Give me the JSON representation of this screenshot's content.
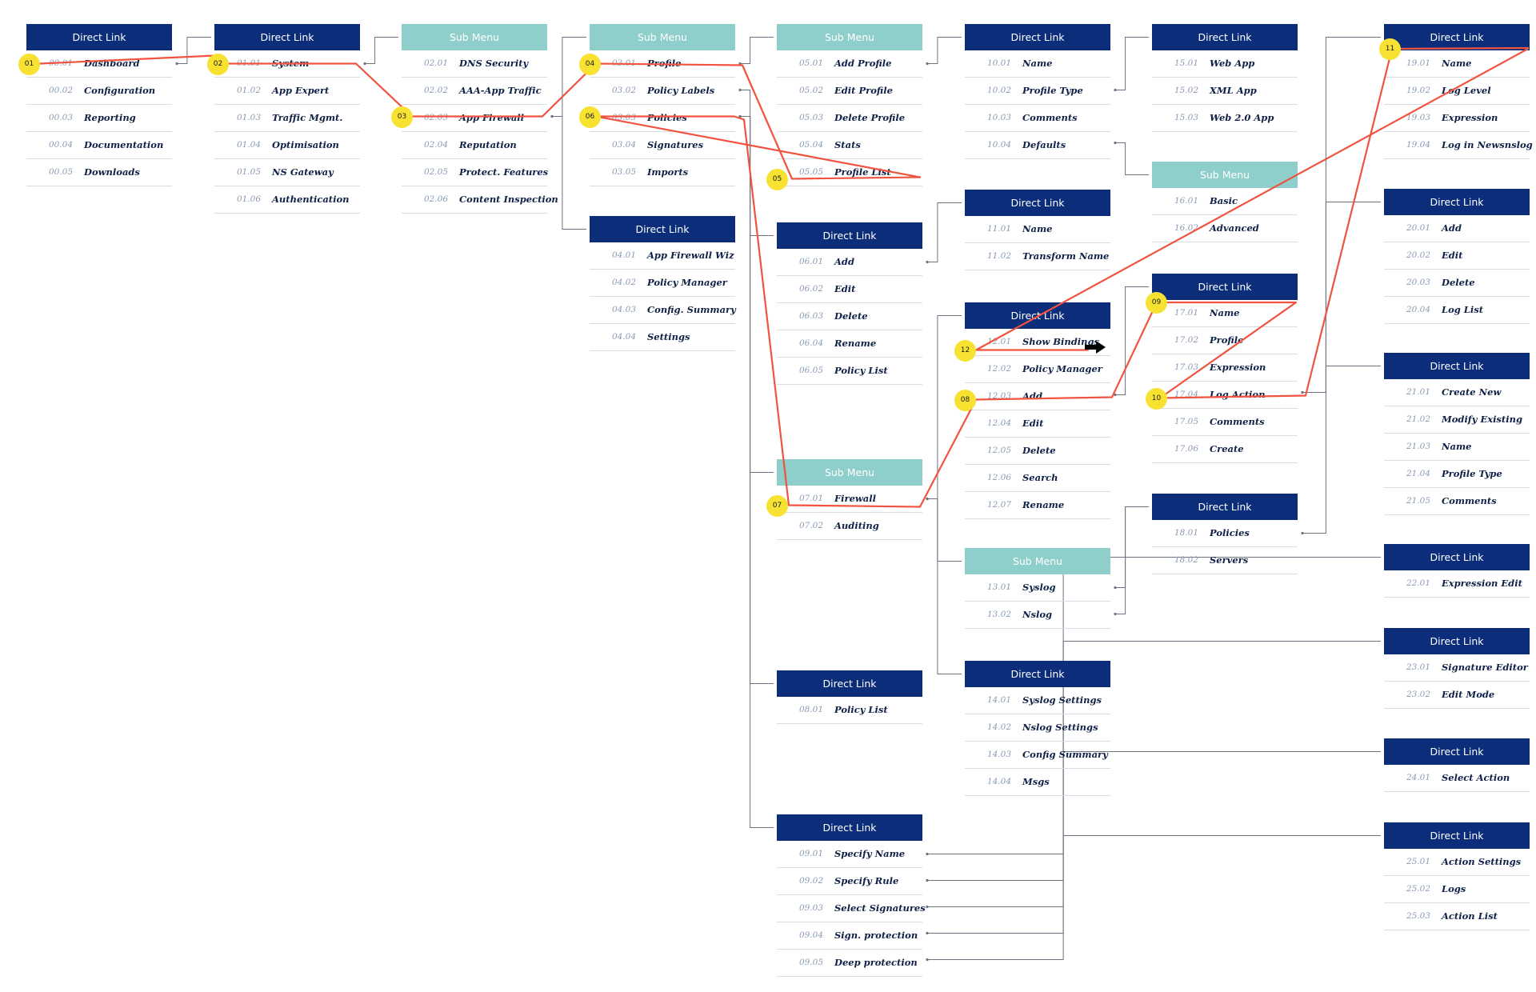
{
  "colors": {
    "direct_header": "#0b2d7a",
    "sub_header": "#8fcfcb",
    "route_line": "#f0533f",
    "marker_fill": "#f7e231",
    "connector": "#6d7280"
  },
  "boxes": [
    {
      "id": "b00",
      "type": "direct",
      "header": "Direct Link",
      "items": [
        {
          "num": "00.01",
          "label": "Dashboard"
        },
        {
          "num": "00.02",
          "label": "Configuration"
        },
        {
          "num": "00.03",
          "label": "Reporting"
        },
        {
          "num": "00.04",
          "label": "Documentation"
        },
        {
          "num": "00.05",
          "label": "Downloads"
        }
      ]
    },
    {
      "id": "b01",
      "type": "direct",
      "header": "Direct Link",
      "items": [
        {
          "num": "01.01",
          "label": "System"
        },
        {
          "num": "01.02",
          "label": "App Expert"
        },
        {
          "num": "01.03",
          "label": "Traffic Mgmt."
        },
        {
          "num": "01.04",
          "label": "Optimisation"
        },
        {
          "num": "01.05",
          "label": "NS Gateway"
        },
        {
          "num": "01.06",
          "label": "Authentication"
        }
      ]
    },
    {
      "id": "b02",
      "type": "sub",
      "header": "Sub Menu",
      "items": [
        {
          "num": "02.01",
          "label": "DNS Security"
        },
        {
          "num": "02.02",
          "label": "AAA-App Traffic"
        },
        {
          "num": "02.03",
          "label": "App Firewall"
        },
        {
          "num": "02.04",
          "label": "Reputation"
        },
        {
          "num": "02.05",
          "label": "Protect. Features"
        },
        {
          "num": "02.06",
          "label": "Content Inspection"
        }
      ]
    },
    {
      "id": "b03",
      "type": "sub",
      "header": "Sub Menu",
      "items": [
        {
          "num": "03.01",
          "label": "Profile"
        },
        {
          "num": "03.02",
          "label": "Policy Labels"
        },
        {
          "num": "03.03",
          "label": "Policies"
        },
        {
          "num": "03.04",
          "label": "Signatures"
        },
        {
          "num": "03.05",
          "label": "Imports"
        }
      ]
    },
    {
      "id": "b04",
      "type": "direct",
      "header": "Direct Link",
      "items": [
        {
          "num": "04.01",
          "label": "App Firewall Wiz"
        },
        {
          "num": "04.02",
          "label": "Policy Manager"
        },
        {
          "num": "04.03",
          "label": "Config. Summary"
        },
        {
          "num": "04.04",
          "label": "Settings"
        }
      ]
    },
    {
      "id": "b05",
      "type": "sub",
      "header": "Sub Menu",
      "items": [
        {
          "num": "05.01",
          "label": "Add Profile"
        },
        {
          "num": "05.02",
          "label": "Edit Profile"
        },
        {
          "num": "05.03",
          "label": "Delete Profile"
        },
        {
          "num": "05.04",
          "label": "Stats"
        },
        {
          "num": "05.05",
          "label": "Profile List"
        }
      ]
    },
    {
      "id": "b06",
      "type": "direct",
      "header": "Direct Link",
      "items": [
        {
          "num": "06.01",
          "label": "Add"
        },
        {
          "num": "06.02",
          "label": "Edit"
        },
        {
          "num": "06.03",
          "label": "Delete"
        },
        {
          "num": "06.04",
          "label": "Rename"
        },
        {
          "num": "06.05",
          "label": "Policy List"
        }
      ]
    },
    {
      "id": "b07",
      "type": "sub",
      "header": "Sub Menu",
      "items": [
        {
          "num": "07.01",
          "label": "Firewall"
        },
        {
          "num": "07.02",
          "label": "Auditing"
        }
      ]
    },
    {
      "id": "b08",
      "type": "direct",
      "header": "Direct Link",
      "items": [
        {
          "num": "08.01",
          "label": "Policy List"
        }
      ]
    },
    {
      "id": "b09",
      "type": "direct",
      "header": "Direct Link",
      "items": [
        {
          "num": "09.01",
          "label": "Specify Name"
        },
        {
          "num": "09.02",
          "label": "Specify Rule"
        },
        {
          "num": "09.03",
          "label": "Select Signatures"
        },
        {
          "num": "09.04",
          "label": "Sign. protection"
        },
        {
          "num": "09.05",
          "label": "Deep protection"
        }
      ]
    },
    {
      "id": "b10",
      "type": "direct",
      "header": "Direct Link",
      "items": [
        {
          "num": "10.01",
          "label": "Name"
        },
        {
          "num": "10.02",
          "label": "Profile Type"
        },
        {
          "num": "10.03",
          "label": "Comments"
        },
        {
          "num": "10.04",
          "label": "Defaults"
        }
      ]
    },
    {
      "id": "b11",
      "type": "direct",
      "header": "Direct Link",
      "items": [
        {
          "num": "11.01",
          "label": "Name"
        },
        {
          "num": "11.02",
          "label": "Transform Name"
        }
      ]
    },
    {
      "id": "b12",
      "type": "direct",
      "header": "Direct Link",
      "items": [
        {
          "num": "12.01",
          "label": "Show Bindings"
        },
        {
          "num": "12.02",
          "label": "Policy Manager"
        },
        {
          "num": "12.03",
          "label": "Add"
        },
        {
          "num": "12.04",
          "label": "Edit"
        },
        {
          "num": "12.05",
          "label": "Delete"
        },
        {
          "num": "12.06",
          "label": "Search"
        },
        {
          "num": "12.07",
          "label": "Rename"
        }
      ]
    },
    {
      "id": "b13",
      "type": "sub",
      "header": "Sub Menu",
      "items": [
        {
          "num": "13.01",
          "label": "Syslog"
        },
        {
          "num": "13.02",
          "label": "Nslog"
        }
      ]
    },
    {
      "id": "b14",
      "type": "direct",
      "header": "Direct Link",
      "items": [
        {
          "num": "14.01",
          "label": "Syslog Settings"
        },
        {
          "num": "14.02",
          "label": "Nslog Settings"
        },
        {
          "num": "14.03",
          "label": "Config Summary"
        },
        {
          "num": "14.04",
          "label": "Msgs"
        }
      ]
    },
    {
      "id": "b15",
      "type": "direct",
      "header": "Direct Link",
      "items": [
        {
          "num": "15.01",
          "label": "Web App"
        },
        {
          "num": "15.02",
          "label": "XML App"
        },
        {
          "num": "15.03",
          "label": "Web 2.0 App"
        }
      ]
    },
    {
      "id": "b16",
      "type": "sub",
      "header": "Sub Menu",
      "items": [
        {
          "num": "16.01",
          "label": "Basic"
        },
        {
          "num": "16.02",
          "label": "Advanced"
        }
      ]
    },
    {
      "id": "b17",
      "type": "direct",
      "header": "Direct Link",
      "items": [
        {
          "num": "17.01",
          "label": "Name"
        },
        {
          "num": "17.02",
          "label": "Profile"
        },
        {
          "num": "17.03",
          "label": "Expression"
        },
        {
          "num": "17.04",
          "label": "Log Action"
        },
        {
          "num": "17.05",
          "label": "Comments"
        },
        {
          "num": "17.06",
          "label": "Create"
        }
      ]
    },
    {
      "id": "b18",
      "type": "direct",
      "header": "Direct Link",
      "items": [
        {
          "num": "18.01",
          "label": "Policies"
        },
        {
          "num": "18.02",
          "label": "Servers"
        }
      ]
    },
    {
      "id": "b19",
      "type": "direct",
      "header": "Direct Link",
      "items": [
        {
          "num": "19.01",
          "label": "Name"
        },
        {
          "num": "19.02",
          "label": "Log Level"
        },
        {
          "num": "19.03",
          "label": "Expression"
        },
        {
          "num": "19.04",
          "label": "Log in Newsnslog"
        }
      ]
    },
    {
      "id": "b20",
      "type": "direct",
      "header": "Direct Link",
      "items": [
        {
          "num": "20.01",
          "label": "Add"
        },
        {
          "num": "20.02",
          "label": "Edit"
        },
        {
          "num": "20.03",
          "label": "Delete"
        },
        {
          "num": "20.04",
          "label": "Log List"
        }
      ]
    },
    {
      "id": "b21",
      "type": "direct",
      "header": "Direct Link",
      "items": [
        {
          "num": "21.01",
          "label": "Create New"
        },
        {
          "num": "21.02",
          "label": "Modify Existing"
        },
        {
          "num": "21.03",
          "label": "Name"
        },
        {
          "num": "21.04",
          "label": "Profile Type"
        },
        {
          "num": "21.05",
          "label": "Comments"
        }
      ]
    },
    {
      "id": "b22",
      "type": "direct",
      "header": "Direct Link",
      "items": [
        {
          "num": "22.01",
          "label": "Expression Edit"
        }
      ]
    },
    {
      "id": "b23",
      "type": "direct",
      "header": "Direct Link",
      "items": [
        {
          "num": "23.01",
          "label": "Signature Editor"
        },
        {
          "num": "23.02",
          "label": "Edit Mode"
        }
      ]
    },
    {
      "id": "b24",
      "type": "direct",
      "header": "Direct Link",
      "items": [
        {
          "num": "24.01",
          "label": "Select Action"
        }
      ]
    },
    {
      "id": "b25",
      "type": "direct",
      "header": "Direct Link",
      "items": [
        {
          "num": "25.01",
          "label": "Action Settings"
        },
        {
          "num": "25.02",
          "label": "Logs"
        },
        {
          "num": "25.03",
          "label": "Action List"
        }
      ]
    }
  ],
  "markers": [
    {
      "id": "m01",
      "text": "01"
    },
    {
      "id": "m02",
      "text": "02"
    },
    {
      "id": "m03",
      "text": "03"
    },
    {
      "id": "m04",
      "text": "04"
    },
    {
      "id": "m05",
      "text": "05"
    },
    {
      "id": "m06",
      "text": "06"
    },
    {
      "id": "m07",
      "text": "07"
    },
    {
      "id": "m08",
      "text": "08"
    },
    {
      "id": "m09",
      "text": "09"
    },
    {
      "id": "m10",
      "text": "10"
    },
    {
      "id": "m11",
      "text": "11"
    },
    {
      "id": "m12",
      "text": "12"
    }
  ]
}
